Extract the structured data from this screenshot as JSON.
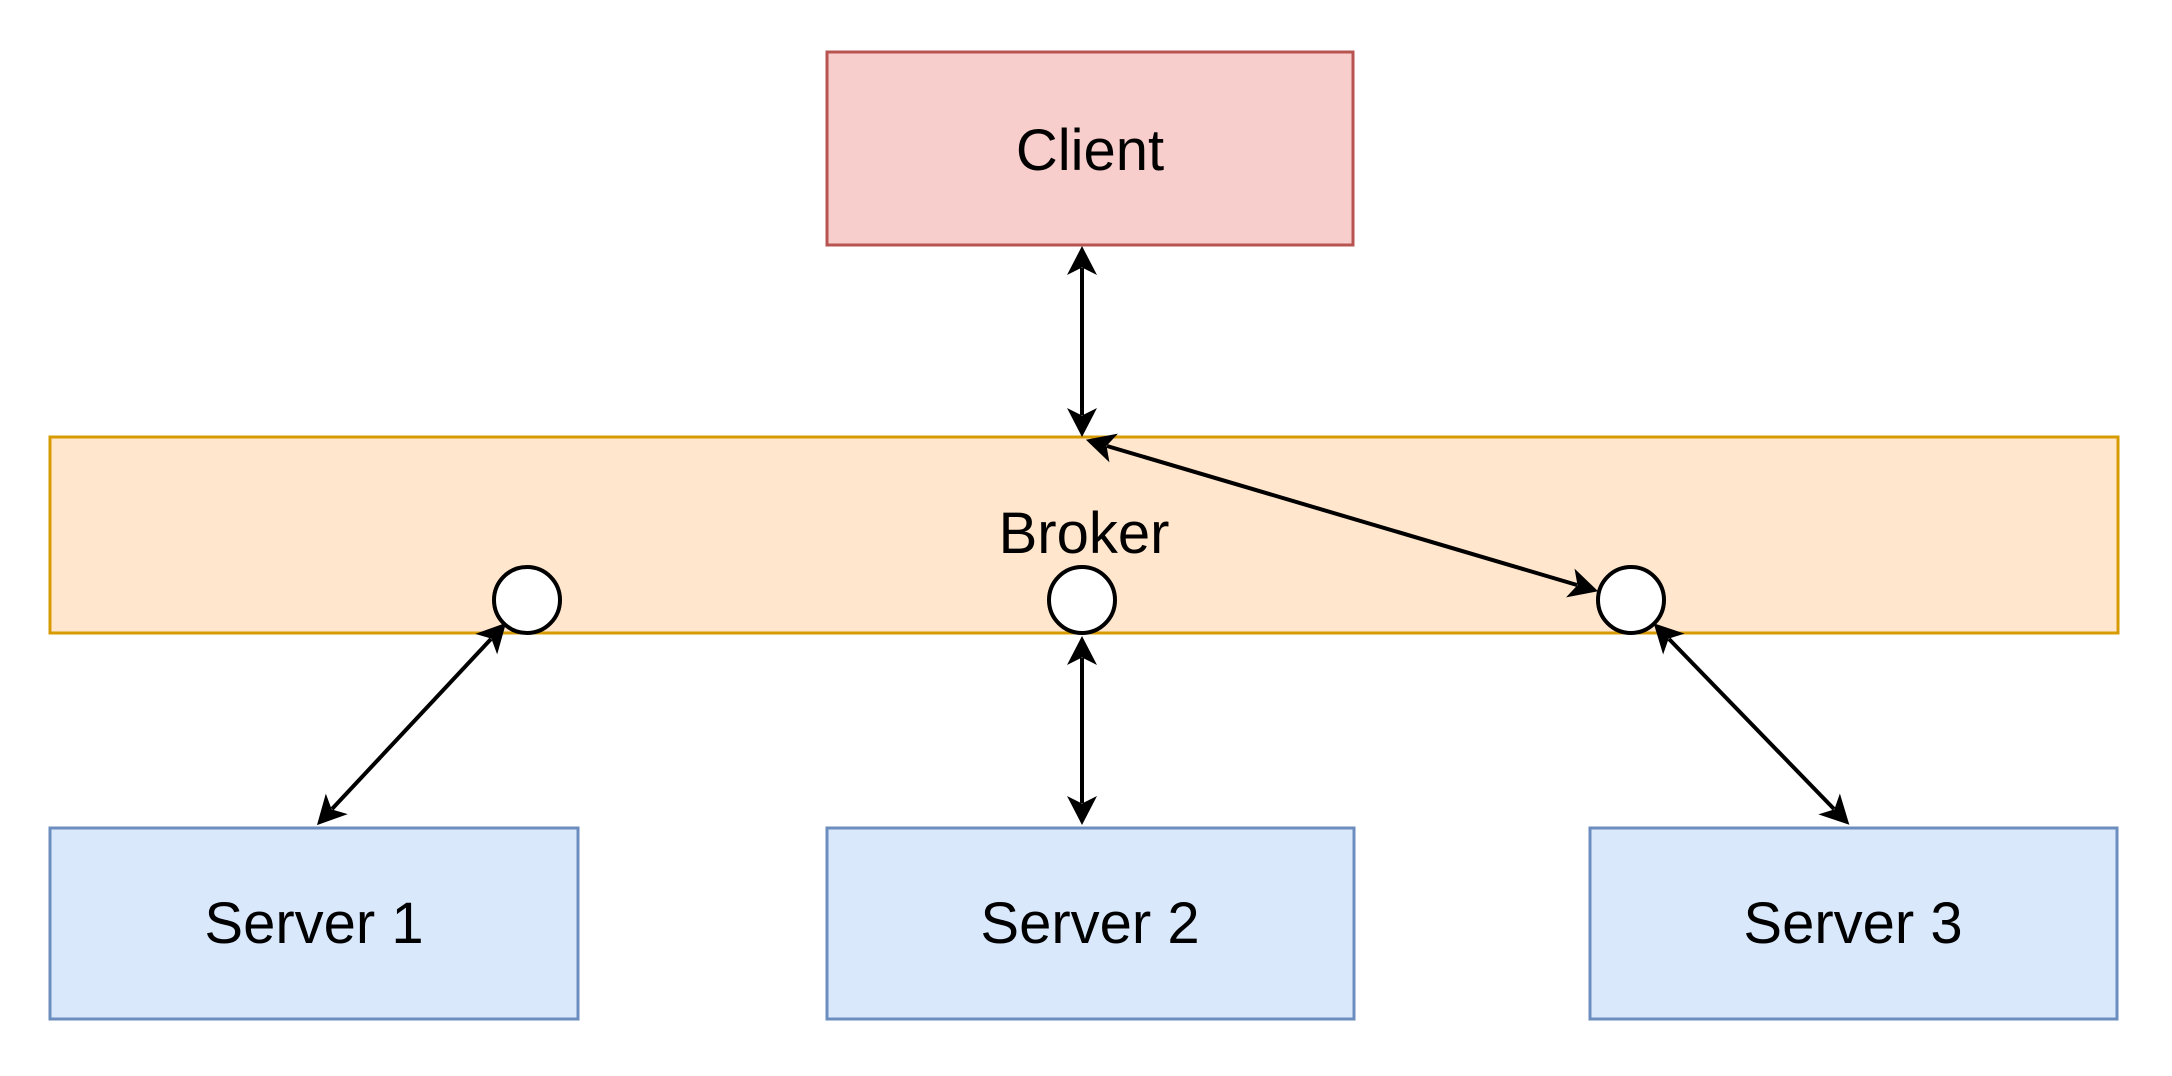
{
  "diagram": {
    "background_color": "#ffffff",
    "edge_color": "#000000",
    "port": {
      "fill": "#ffffff",
      "stroke": "#000000"
    },
    "nodes": {
      "client": {
        "label": "Client",
        "fill": "#f8cecc",
        "stroke": "#b85450"
      },
      "broker": {
        "label": "Broker",
        "fill": "#ffe6cc",
        "stroke": "#d79b00"
      },
      "server1": {
        "label": "Server 1",
        "fill": "#dae8fc",
        "stroke": "#6c8ebf"
      },
      "server2": {
        "label": "Server 2",
        "fill": "#dae8fc",
        "stroke": "#6c8ebf"
      },
      "server3": {
        "label": "Server 3",
        "fill": "#dae8fc",
        "stroke": "#6c8ebf"
      }
    },
    "edges": [
      {
        "name": "client-to-broker",
        "style": "bidirectional-arrow"
      },
      {
        "name": "broker-top-to-port-3",
        "style": "bidirectional-arrow"
      },
      {
        "name": "port-1-to-server-1",
        "style": "bidirectional-arrow"
      },
      {
        "name": "port-2-to-server-2",
        "style": "bidirectional-arrow"
      },
      {
        "name": "port-3-to-server-3",
        "style": "bidirectional-arrow"
      }
    ]
  }
}
